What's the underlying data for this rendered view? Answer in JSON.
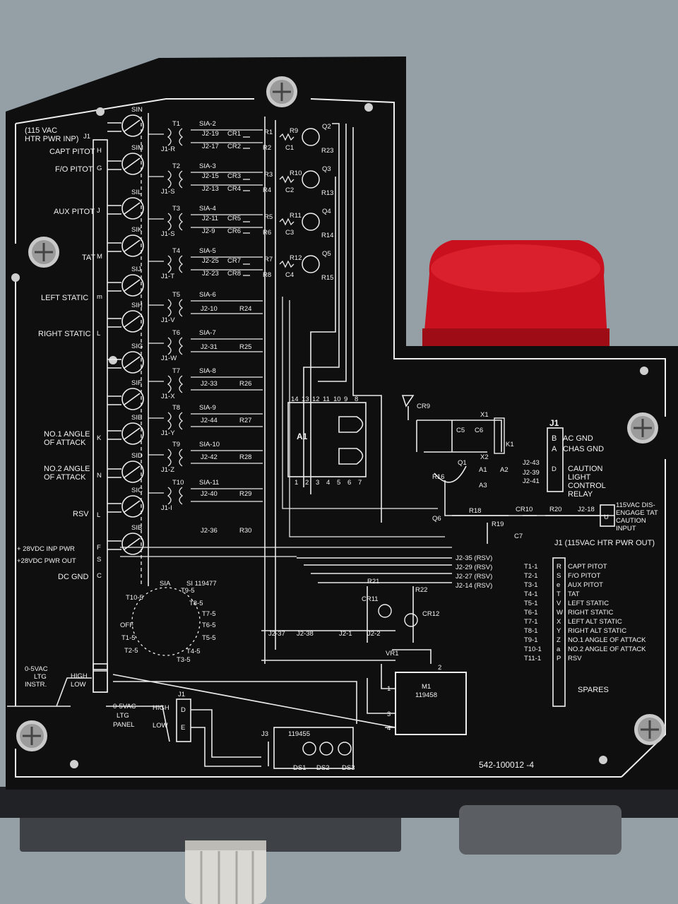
{
  "panel": {
    "part_number": "542-100012 -4",
    "colors": {
      "panel": "#111111",
      "ink": "#f0f0f0",
      "cap": "#c8101e",
      "background": "#93a0a7"
    }
  },
  "left_labels": [
    "(115 VAC",
    "HTR PWR INP)",
    "CAPT PITOT",
    "F/O PITOT",
    "AUX PITOT",
    "TAT",
    "LEFT STATIC",
    "RIGHT STATIC",
    "NO.1 ANGLE",
    "OF ATTACK",
    "NO.2 ANGLE",
    "OF ATTACK",
    "RSV",
    "+ 28VDC INP PWR",
    "+28VDC PWR OUT",
    "DC GND",
    "0-5VAC",
    "LTG",
    "INSTR.",
    "HIGH",
    "LOW"
  ],
  "j1_left_pins": [
    "J1",
    "H",
    "G",
    "J",
    "M",
    "m",
    "L",
    "K",
    "N",
    "L",
    "F",
    "S",
    "C"
  ],
  "switches": [
    "SIN",
    "SIM",
    "SIL",
    "SIK",
    "SIJ",
    "SIH",
    "SIG",
    "SIF",
    "SIE",
    "SID",
    "SIC",
    "SIB"
  ],
  "transformers": [
    "T1",
    "T2",
    "T3",
    "T4",
    "T5",
    "T6",
    "T7",
    "T8",
    "T9",
    "T10"
  ],
  "jacks_transformer": [
    "J1-R",
    "J1-S",
    "J1-S",
    "J1-T",
    "J1-V",
    "J1-W",
    "J1-X",
    "J1-Y",
    "J1-Z",
    "J1-I"
  ],
  "switch_contacts": [
    "SIA-2",
    "SIA-3",
    "SIA-4",
    "SIA-5",
    "SIA-6",
    "SIA-7",
    "SIA-8",
    "SIA-9",
    "SIA-10",
    "SIA-11"
  ],
  "j2_top": [
    "J2-19",
    "J2-17",
    "J2-15",
    "J2-13",
    "J2-11",
    "J2-9",
    "J2-25",
    "J2-23"
  ],
  "j2_mid": [
    "J2-10",
    "J2-31",
    "J2-33",
    "J2-44",
    "J2-42",
    "J2-40",
    "J2-36"
  ],
  "diodes_top": [
    "CR1",
    "CR2",
    "CR3",
    "CR4",
    "CR5",
    "CR6",
    "CR7",
    "CR8"
  ],
  "resistors_top": [
    "R1",
    "R2",
    "R3",
    "R4",
    "R5",
    "R6",
    "R7",
    "R8"
  ],
  "resistors_b": [
    "R9",
    "R10",
    "R11",
    "R12"
  ],
  "capacitors_top": [
    "C1",
    "C2",
    "C3",
    "C4"
  ],
  "transistors": [
    "Q2",
    "Q3",
    "Q4",
    "Q5"
  ],
  "resistors_emitter": [
    "R23",
    "R13",
    "R14",
    "R15"
  ],
  "resistors_mid": [
    "R24",
    "R25",
    "R26",
    "R27",
    "R28",
    "R29",
    "R30"
  ],
  "ic": {
    "name": "A1",
    "top_pins": [
      "14",
      "13",
      "12",
      "11",
      "10",
      "9",
      "8"
    ],
    "bottom_pins": [
      "1",
      "2",
      "3",
      "4",
      "5",
      "6",
      "7"
    ]
  },
  "relay": {
    "labels": [
      "CR9",
      "X1",
      "X2",
      "C5",
      "C6",
      "K1",
      "Q1",
      "R16",
      "A1",
      "A2",
      "A3"
    ],
    "jacks": [
      "J2-43",
      "J2-39",
      "J2-41"
    ]
  },
  "right_top": {
    "header": "J1",
    "pins": [
      "B",
      "A"
    ],
    "labels": [
      "AC GND",
      "CHAS GND"
    ],
    "caution_pins": "D",
    "caution": [
      "CAUTION",
      "LIGHT",
      "CONTROL",
      "RELAY"
    ]
  },
  "disengage": {
    "parts": [
      "Q6",
      "R18",
      "R19",
      "C7",
      "CR10",
      "R20",
      "J2-18"
    ],
    "pin": "U",
    "label": [
      "115VAC DIS-",
      "ENGAGE TAT",
      "CAUTION",
      "INPUT"
    ]
  },
  "rsv_outputs": [
    "J2-35 (RSV)",
    "J2-29 (RSV)",
    "J2-27 (RSV)",
    "J2-14 (RSV)"
  ],
  "right_table": {
    "title": "J1 (115VAC HTR PWR OUT)",
    "rows": [
      {
        "t": "T1-1",
        "p": "R",
        "label": "CAPT PITOT"
      },
      {
        "t": "T2-1",
        "p": "S",
        "label": "F/O PITOT"
      },
      {
        "t": "T3-1",
        "p": "e",
        "label": "AUX PITOT"
      },
      {
        "t": "T4-1",
        "p": "T",
        "label": "TAT"
      },
      {
        "t": "T5-1",
        "p": "V",
        "label": "LEFT STATIC"
      },
      {
        "t": "T6-1",
        "p": "W",
        "label": "RIGHT STATIC"
      },
      {
        "t": "T7-1",
        "p": "X",
        "label": "LEFT ALT STATIC"
      },
      {
        "t": "T8-1",
        "p": "Y",
        "label": "RIGHT ALT STATIC"
      },
      {
        "t": "T9-1",
        "p": "Z",
        "label": "NO.1 ANGLE OF ATTACK"
      },
      {
        "t": "T10-1",
        "p": "a",
        "label": "NO.2 ANGLE OF ATTACK"
      },
      {
        "t": "T11-1",
        "p": "P",
        "label": "RSV"
      }
    ],
    "spares": "SPARES"
  },
  "selector": {
    "name": "SIA",
    "part": "SI 119477",
    "labels": [
      "T10-5",
      "T9-5",
      "T8-5",
      "T7-5",
      "T6-5",
      "T5-5",
      "T4-5",
      "T3-5",
      "T2-5",
      "T1-5",
      "OFF"
    ]
  },
  "bottom_mid": {
    "parts": [
      "R21",
      "CR11",
      "R22",
      "CR12",
      "J2-37",
      "J2-38",
      "J2-1",
      "J2-2",
      "VR1"
    ],
    "meter": [
      "M1",
      "119458"
    ],
    "meter_pins": [
      "1",
      "2",
      "3",
      "4"
    ]
  },
  "ltg_panel": {
    "labels": [
      "0-5VAC",
      "LTG",
      "PANEL"
    ],
    "high": "HIGH",
    "low": "LOW",
    "j1": "J1",
    "pins": [
      "D",
      "E"
    ]
  },
  "lamps": {
    "jack": "J3",
    "part": "119455",
    "names": [
      "DS1",
      "DS2",
      "DS3"
    ]
  }
}
